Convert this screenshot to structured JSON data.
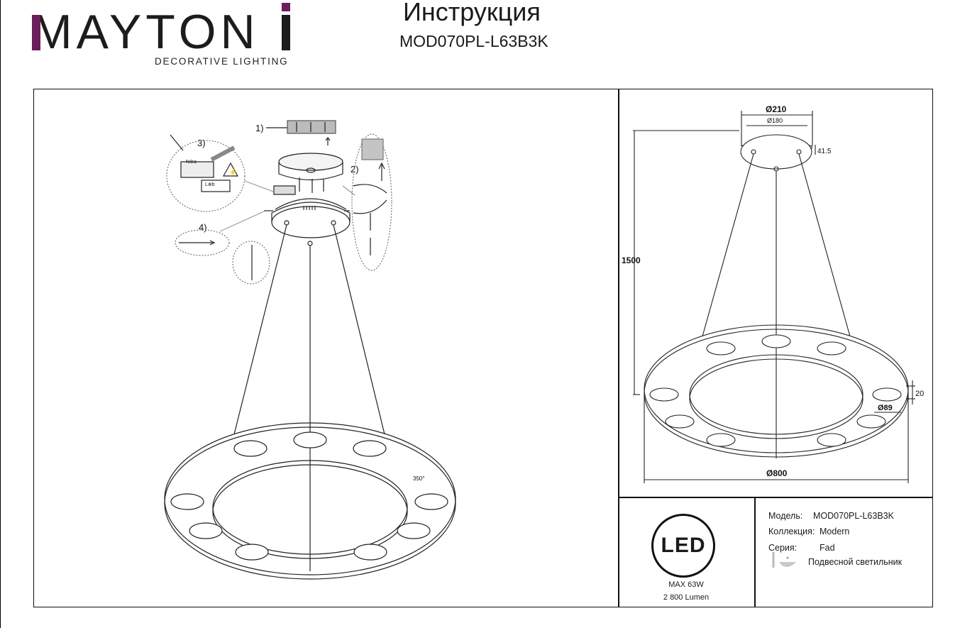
{
  "brand": {
    "name": "MAYTONI",
    "tagline": "DECORATIVE LIGHTING",
    "accent_color": "#6b1d5c"
  },
  "header": {
    "title": "Инструкция",
    "model": "MOD070PL-L63B3K"
  },
  "installation": {
    "steps": [
      "1)",
      "2)",
      "3)",
      "4)"
    ],
    "terminal_labels": [
      "N⊕a",
      "L⊕b"
    ],
    "rotation": "350°"
  },
  "dimensions": {
    "canopy_outer": "Ø210",
    "canopy_inner": "Ø180",
    "canopy_height": "41.5",
    "height": "1500",
    "ring_diameter": "Ø800",
    "ring_height": "20",
    "lamp_diameter": "Ø89"
  },
  "led": {
    "badge": "LED",
    "power": "MAX 63W",
    "lumen": "2 800 Lumen"
  },
  "product": {
    "model_label": "Модель:",
    "model_value": "MOD070PL-L63B3K",
    "collection_label": "Коллекция:",
    "collection_value": "Modern",
    "series_label": "Серия:",
    "series_value": "Fad",
    "type": "Подвесной светильник"
  },
  "icons": [
    "led-badge-icon",
    "pendant-lamp-icon",
    "warning-icon"
  ]
}
